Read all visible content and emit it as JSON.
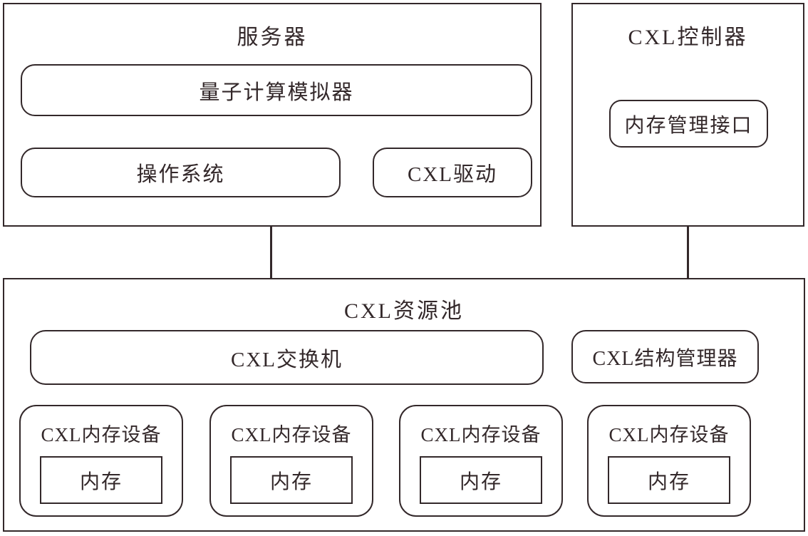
{
  "colors": {
    "ink": "#33282a",
    "background": "#ffffff"
  },
  "server": {
    "title": "服务器",
    "simulator_label": "量子计算模拟器",
    "os_label": "操作系统",
    "driver_label": "CXL驱动"
  },
  "controller": {
    "title": "CXL控制器",
    "mm_interface_label": "内存管理接口"
  },
  "pool": {
    "title": "CXL资源池",
    "switch_label": "CXL交换机",
    "fabric_manager_label": "CXL结构管理器",
    "devices": [
      {
        "label": "CXL内存设备",
        "memory_label": "内存"
      },
      {
        "label": "CXL内存设备",
        "memory_label": "内存"
      },
      {
        "label": "CXL内存设备",
        "memory_label": "内存"
      },
      {
        "label": "CXL内存设备",
        "memory_label": "内存"
      }
    ]
  }
}
